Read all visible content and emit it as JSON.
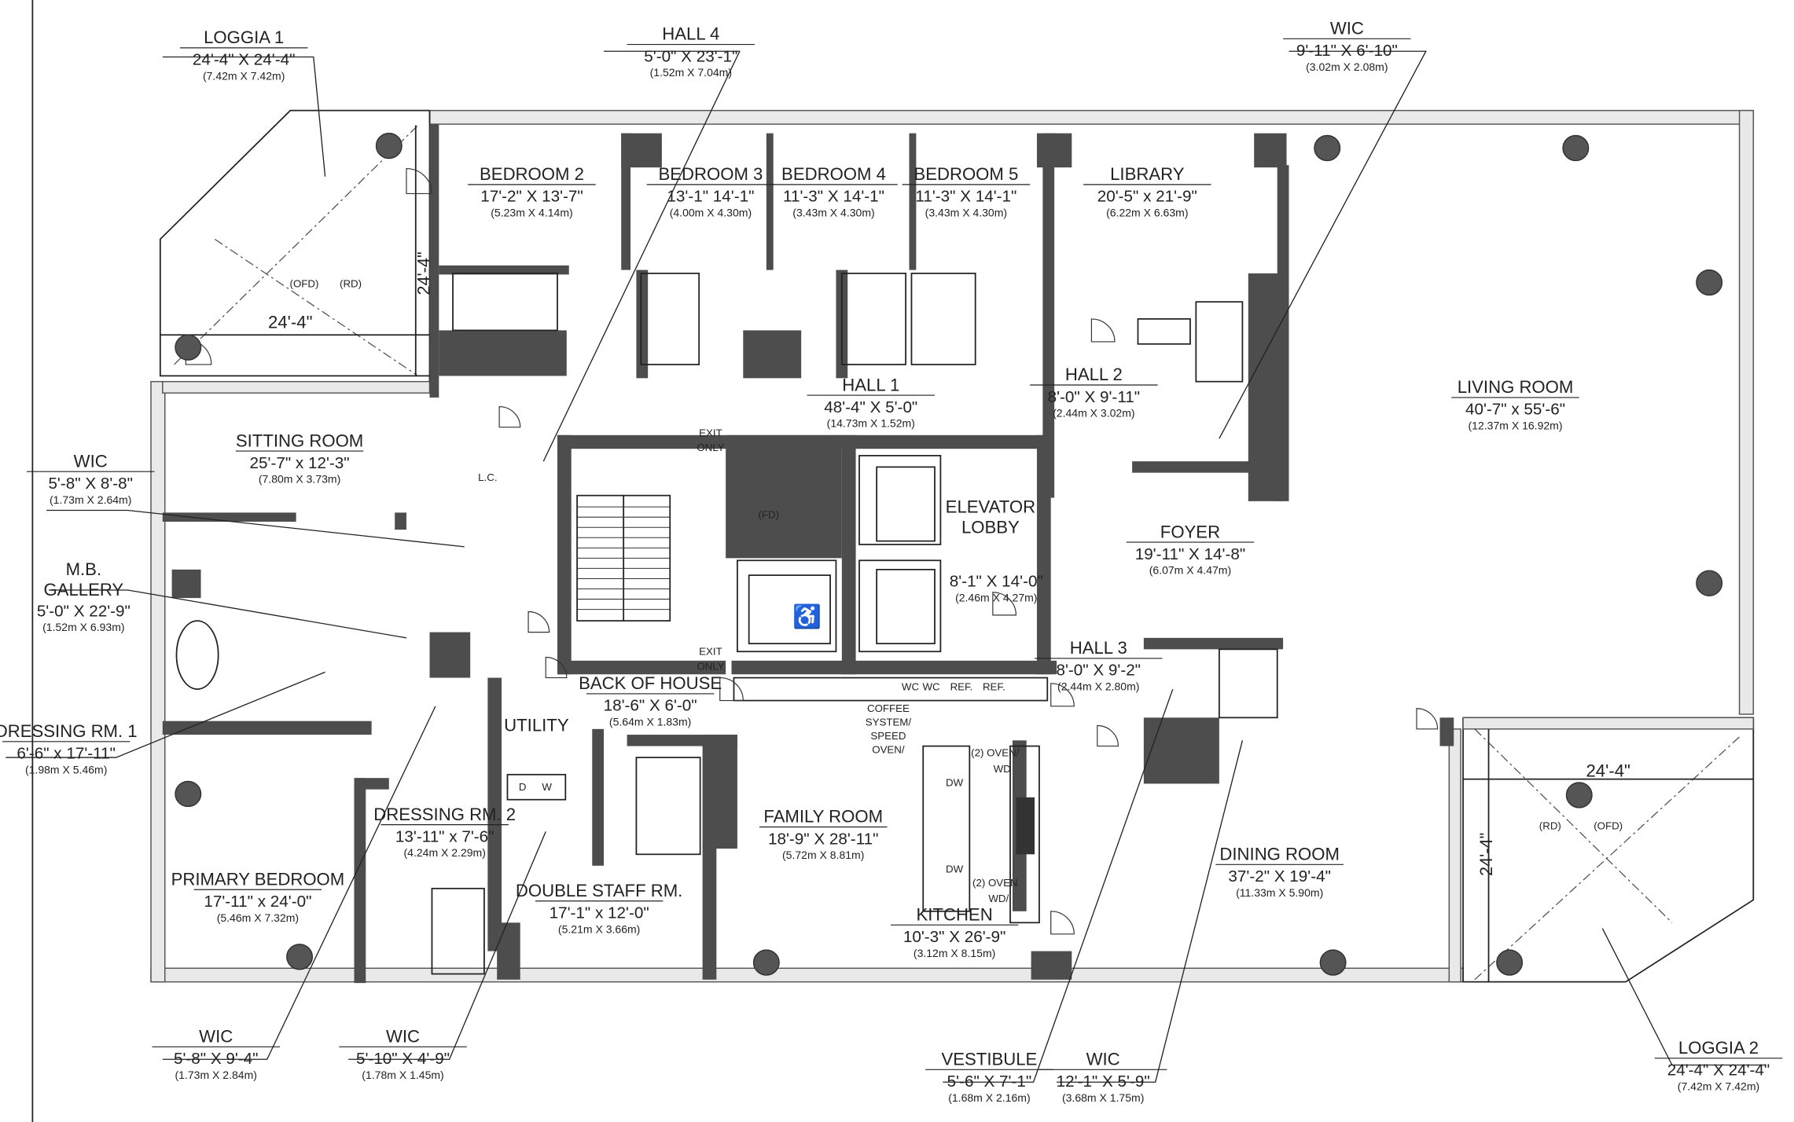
{
  "plan": {
    "rooms": [
      {
        "name": "LOGGIA 1",
        "dims": "24'-4\" X 24'-4\"",
        "metric": "(7.42m X 7.42m)"
      },
      {
        "name": "HALL 4",
        "dims": "5'-0\" X 23'-1\"",
        "metric": "(1.52m X 7.04m)"
      },
      {
        "name": "WIC",
        "dims": "9'-11\" X 6'-10\"",
        "metric": "(3.02m X 2.08m)"
      },
      {
        "name": "BEDROOM 2",
        "dims": "17'-2\" X 13'-7\"",
        "metric": "(5.23m X 4.14m)"
      },
      {
        "name": "BEDROOM 3",
        "dims": "13'-1\" 14'-1\"",
        "metric": "(4.00m X 4.30m)"
      },
      {
        "name": "BEDROOM 4",
        "dims": "11'-3\" X 14'-1\"",
        "metric": "(3.43m X 4.30m)"
      },
      {
        "name": "BEDROOM 5",
        "dims": "11'-3\" X 14'-1\"",
        "metric": "(3.43m X 4.30m)"
      },
      {
        "name": "LIBRARY",
        "dims": "20'-5\" x 21'-9\"",
        "metric": "(6.22m X 6.63m)"
      },
      {
        "name": "HALL 1",
        "dims": "48'-4\" X 5'-0\"",
        "metric": "(14.73m X 1.52m)"
      },
      {
        "name": "HALL 2",
        "dims": "8'-0\" X 9'-11\"",
        "metric": "(2.44m X 3.02m)"
      },
      {
        "name": "LIVING ROOM",
        "dims": "40'-7\" x 55'-6\"",
        "metric": "(12.37m X 16.92m)"
      },
      {
        "name": "SITTING ROOM",
        "dims": "25'-7\" x 12'-3\"",
        "metric": "(7.80m X 3.73m)"
      },
      {
        "name": "WIC",
        "dims": "5'-8\" X 8'-8\"",
        "metric": "(1.73m X 2.64m)"
      },
      {
        "name": "ELEVATOR LOBBY",
        "dims": "8'-1\" X 14'-0\"",
        "metric": "(2.46m X 4.27m)"
      },
      {
        "name": "FOYER",
        "dims": "19'-11\" X 14'-8\"",
        "metric": "(6.07m X 4.47m)"
      },
      {
        "name": "M.B. GALLERY",
        "dims": "5'-0\" X 22'-9\"",
        "metric": "(1.52m X 6.93m)"
      },
      {
        "name": "HALL 3",
        "dims": "8'-0\" X 9'-2\"",
        "metric": "(2.44m X 2.80m)"
      },
      {
        "name": "BACK OF HOUSE",
        "dims": "18'-6\" X 6'-0\"",
        "metric": "(5.64m X 1.83m)"
      },
      {
        "name": "DRESSING RM. 1",
        "dims": "6'-6\" x 17'-11\"",
        "metric": "(1.98m X 5.46m)"
      },
      {
        "name": "UTILITY",
        "dims": "",
        "metric": ""
      },
      {
        "name": "FAMILY ROOM",
        "dims": "18'-9\" X 28'-11\"",
        "metric": "(5.72m X 8.81m)"
      },
      {
        "name": "DRESSING RM. 2",
        "dims": "13'-11\" x 7'-6\"",
        "metric": "(4.24m X 2.29m)"
      },
      {
        "name": "DINING ROOM",
        "dims": "37'-2\" X 19'-4\"",
        "metric": "(11.33m X 5.90m)"
      },
      {
        "name": "PRIMARY BEDROOM",
        "dims": "17'-11\" x 24'-0\"",
        "metric": "(5.46m X 7.32m)"
      },
      {
        "name": "DOUBLE STAFF RM.",
        "dims": "17'-1\" x 12'-0\"",
        "metric": "(5.21m X 3.66m)"
      },
      {
        "name": "KITCHEN",
        "dims": "10'-3\" X 26'-9\"",
        "metric": "(3.12m X 8.15m)"
      },
      {
        "name": "WIC",
        "dims": "5'-8\" X 9'-4\"",
        "metric": "(1.73m X 2.84m)"
      },
      {
        "name": "WIC",
        "dims": "5'-10\" X 4'-9\"",
        "metric": "(1.78m X 1.45m)"
      },
      {
        "name": "VESTIBULE",
        "dims": "5'-6\" X 7'-1\"",
        "metric": "(1.68m X 2.16m)"
      },
      {
        "name": "WIC",
        "dims": "12'-1\" X 5'-9\"",
        "metric": "(3.68m X 1.75m)"
      },
      {
        "name": "LOGGIA 2",
        "dims": "24'-4\" X 24'-4\"",
        "metric": "(7.42m X 7.42m)"
      }
    ],
    "notes": [
      "EXIT",
      "ONLY",
      "EXIT",
      "ONLY",
      "(FD)",
      "L.C.",
      "WC",
      "WC",
      "REF.",
      "REF.",
      "COFFEE",
      "SYSTEM/",
      "SPEED",
      "OVEN/",
      "(2) OVEN/",
      "WD",
      "(2) OVEN",
      "WD/",
      "DW",
      "DW",
      "D",
      "W",
      "(OFD)",
      "(RD)",
      "(RD)",
      "(OFD)",
      "24'-4\"",
      "24'-4\"",
      "24'-4\"",
      "24'-4\""
    ],
    "colors": {
      "wall": "#4d4d4d",
      "line": "#222222",
      "glazing": "#e9e9e9"
    }
  }
}
